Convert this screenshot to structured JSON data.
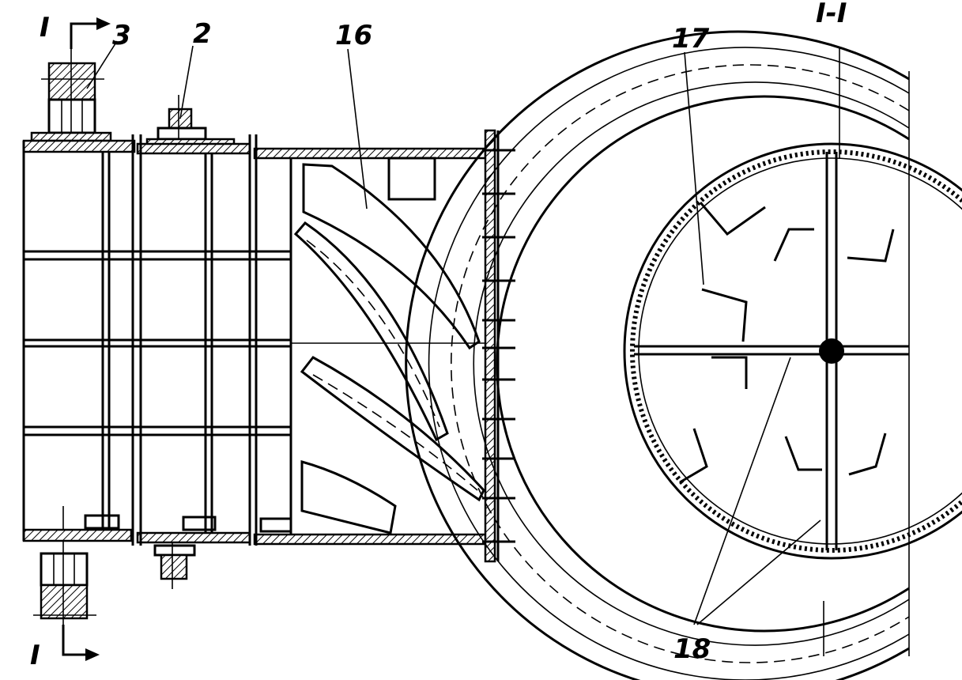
{
  "labels": {
    "section_mark_top": "I",
    "section_mark_bottom": "I",
    "part_3": "3",
    "part_2": "2",
    "part_16": "16",
    "section_title": "I-I",
    "part_17": "17",
    "part_18": "18"
  }
}
